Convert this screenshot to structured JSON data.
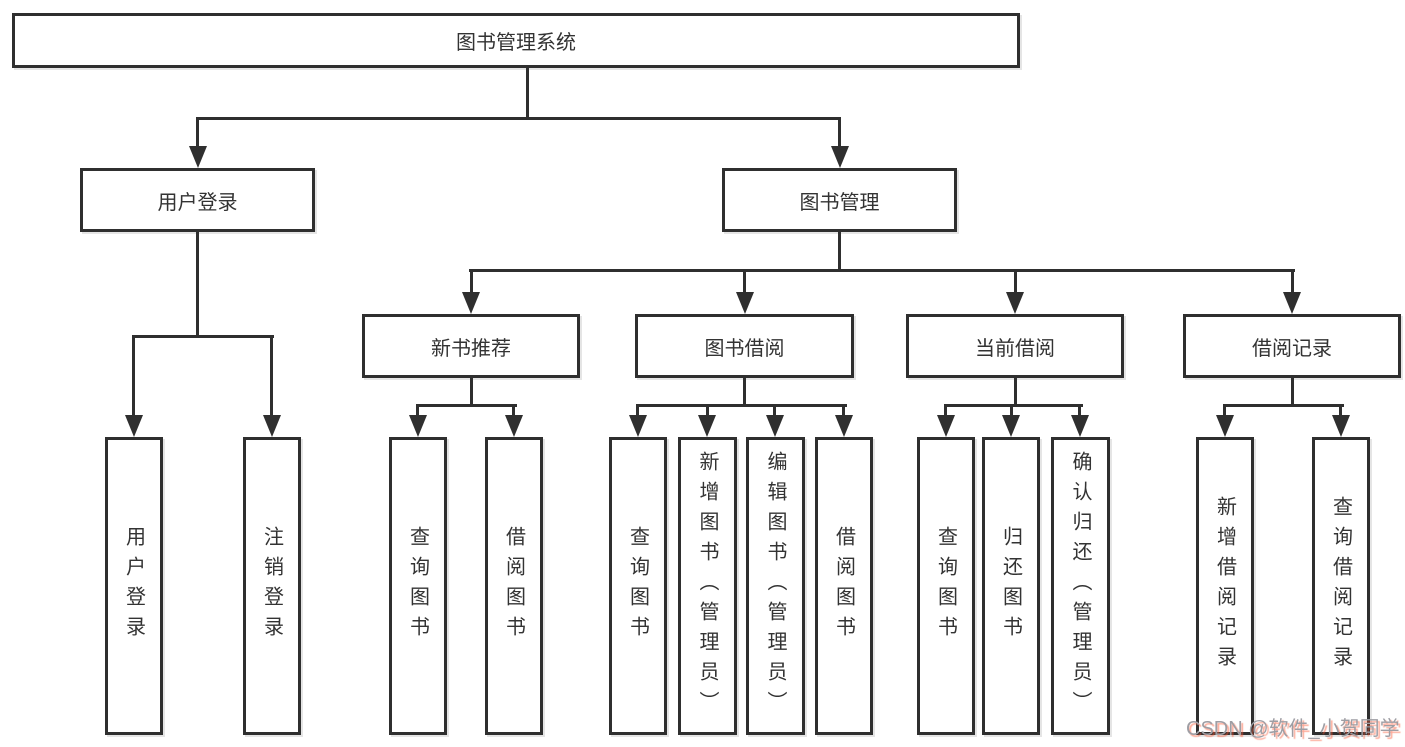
{
  "colors": {
    "line_color": "#2f2f2f",
    "text_color": "#333333",
    "background": "#ffffff",
    "watermark_text": "#9e9ea4",
    "watermark_shadow": "#fc553180"
  },
  "diagram": {
    "root": {
      "label": "图书管理系统"
    },
    "branches": [
      {
        "label": "用户登录",
        "children": [
          {
            "label": "用户登录"
          },
          {
            "label": "注销登录"
          }
        ]
      },
      {
        "label": "图书管理",
        "children": [
          {
            "label": "新书推荐",
            "children": [
              {
                "label": "查询图书"
              },
              {
                "label": "借阅图书"
              }
            ]
          },
          {
            "label": "图书借阅",
            "children": [
              {
                "label": "查询图书"
              },
              {
                "label": "新增图书（管理员）"
              },
              {
                "label": "编辑图书（管理员）"
              },
              {
                "label": "借阅图书"
              }
            ]
          },
          {
            "label": "当前借阅",
            "children": [
              {
                "label": "查询图书"
              },
              {
                "label": "归还图书"
              },
              {
                "label": "确认归还（管理员）"
              }
            ]
          },
          {
            "label": "借阅记录",
            "children": [
              {
                "label": "新增借阅记录"
              },
              {
                "label": "查询借阅记录"
              }
            ]
          }
        ]
      }
    ]
  },
  "watermark": {
    "text": "CSDN @软件_小贺同学"
  }
}
